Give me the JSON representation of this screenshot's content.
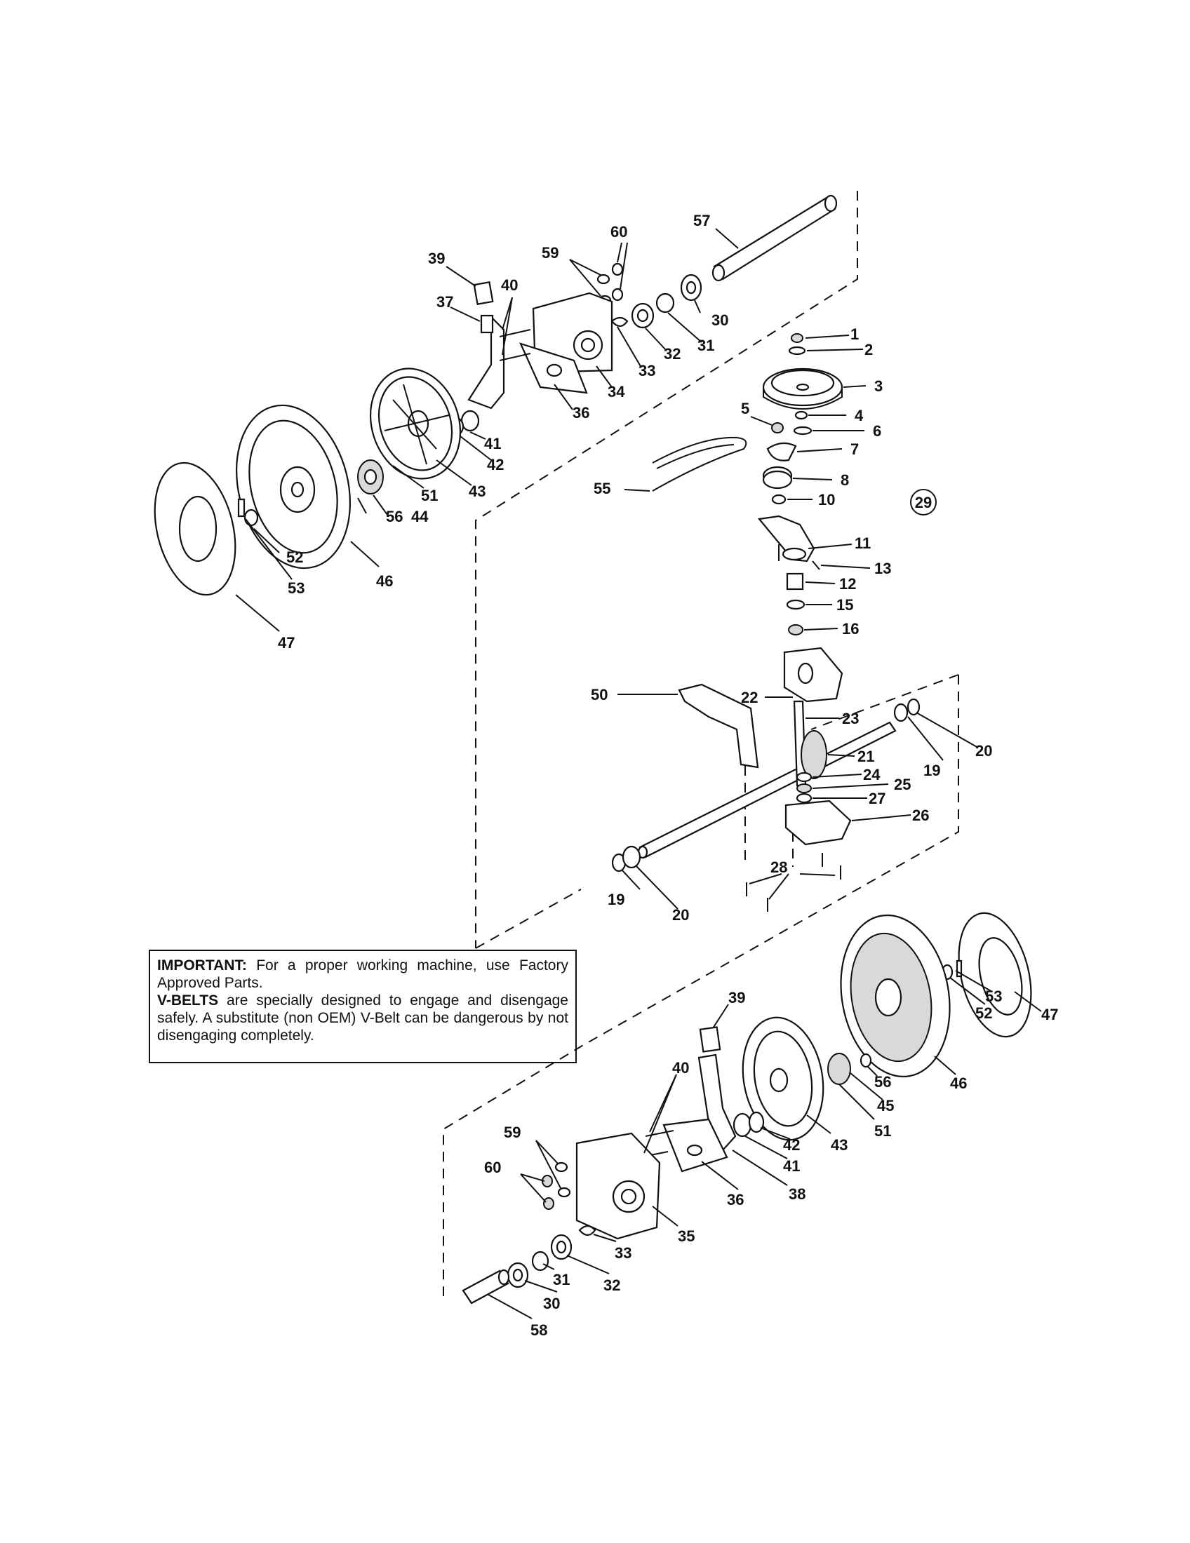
{
  "diagram_id": "29",
  "notice": {
    "important_heading": "IMPORTANT:",
    "important_text": "For a proper working machine, use Factory Approved Parts.",
    "vbelts_heading": "V-BELTS",
    "vbelts_text": "are specially designed to engage and disengage safely. A substitute (non OEM) V-Belt can be dangerous by not disengaging completely."
  },
  "callouts": {
    "top_left": [
      "57",
      "60",
      "59",
      "39",
      "40",
      "37",
      "30",
      "31",
      "32",
      "33",
      "34",
      "36",
      "41",
      "42",
      "43",
      "51",
      "44",
      "56",
      "46",
      "52",
      "53",
      "47"
    ],
    "center": [
      "1",
      "2",
      "3",
      "4",
      "5",
      "6",
      "7",
      "8",
      "55",
      "10",
      "11",
      "13",
      "12",
      "15",
      "16",
      "50",
      "22",
      "23",
      "21",
      "19",
      "20",
      "24",
      "25",
      "27",
      "26",
      "28",
      "19b",
      "20b"
    ],
    "bottom_right": [
      "53",
      "52",
      "47",
      "39",
      "40",
      "46",
      "56",
      "45",
      "51",
      "43",
      "42",
      "41",
      "59",
      "60",
      "38",
      "36",
      "35",
      "33",
      "31",
      "32",
      "30",
      "58"
    ]
  }
}
